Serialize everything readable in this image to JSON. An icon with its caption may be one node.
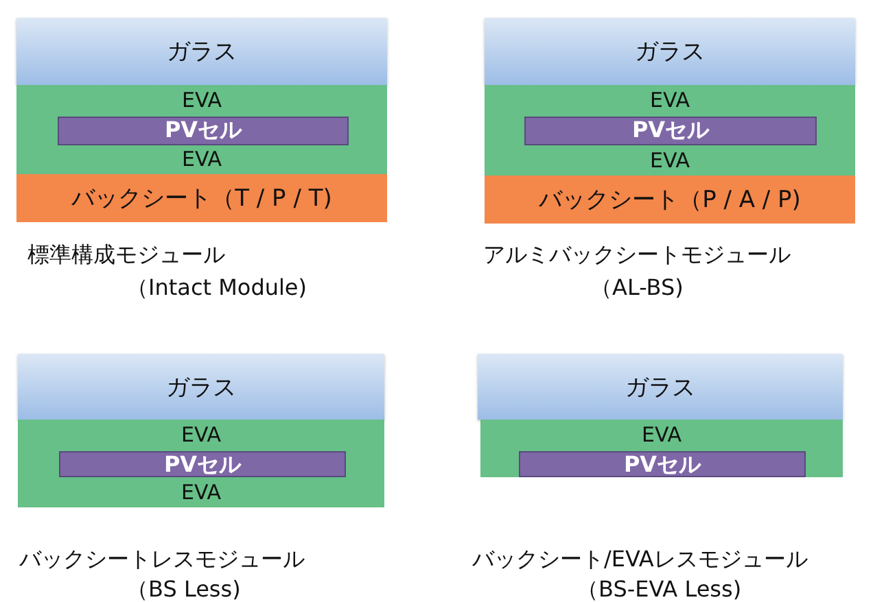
{
  "diagram": {
    "nodes": [
      {
        "text": [
          "ガラス"
        ]
      },
      {
        "text": [
          "EVA",
          "EVA"
        ]
      },
      {
        "text": [
          "PVセル"
        ],
        "in": 1
      },
      {
        "text": [
          "バックシート（T / P / T)"
        ]
      },
      {
        "text": [
          "ガラス"
        ]
      },
      {
        "text": [
          "EVA",
          "EVA"
        ]
      },
      {
        "text": [
          "PVセル"
        ],
        "in": 5
      },
      {
        "text": [
          "バックシート（P / A / P)"
        ]
      },
      {
        "text": [
          "ガラス"
        ]
      },
      {
        "text": [
          "EVA",
          "EVA"
        ]
      },
      {
        "text": [
          "PVセル"
        ],
        "in": 9
      },
      {
        "text": [
          "ガラス"
        ]
      },
      {
        "text": [
          "EVA"
        ]
      },
      {
        "text": [
          "PVセル"
        ],
        "in": 12
      }
    ],
    "labels": [
      "標準構成モジュール",
      "（Intact Module)",
      "アルミバックシートモジュール",
      "（AL-BS)",
      "バックシートレスモジュール",
      "（BS Less)",
      "バックシート/EVAレスモジュール",
      "（BS-EVA Less)"
    ]
  }
}
